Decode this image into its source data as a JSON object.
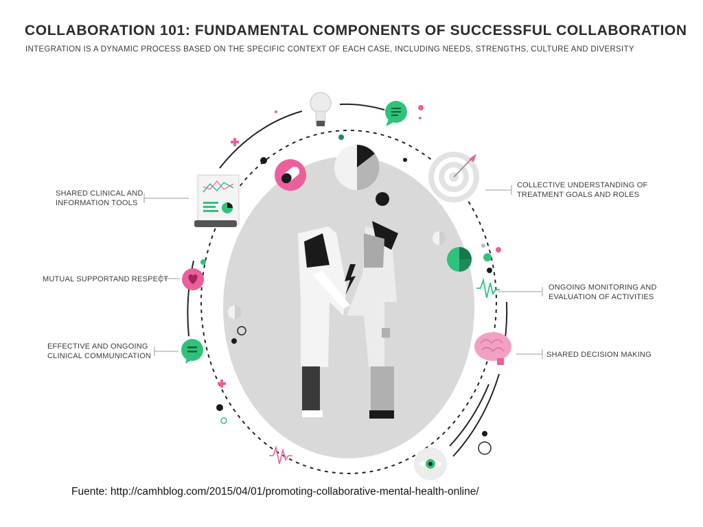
{
  "header": {
    "title": "COLLABORATION 101: FUNDAMENTAL COMPONENTS OF SUCCESSFUL COLLABORATION",
    "subtitle": "INTEGRATION IS A DYNAMIC PROCESS BASED ON THE SPECIFIC CONTEXT OF EACH CASE, INCLUDING NEEDS, STRENGTHS, CULTURE AND DIVERSITY"
  },
  "labels": {
    "shared_tools": "SHARED CLINICAL AND\nINFORMATION TOOLS",
    "mutual_support": "MUTUAL SUPPORTAND RESPECT",
    "communication": "EFFECTIVE AND ONGOING\nCLINICAL COMMUNICATION",
    "collective_understanding": "COLLECTIVE UNDERSTANDING OF\nTREATMENT GOALS AND ROLES",
    "monitoring": "ONGOING MONITORING AND\nEVALUATION OF ACTIVITIES",
    "decision_making": "SHARED DECISION MAKING"
  },
  "source": "Fuente: http://camhblog.com/2015/04/01/promoting-collaborative-mental-health-online/",
  "colors": {
    "pink": "#ec5f9c",
    "green": "#2fc27a",
    "dark": "#1a1a1a",
    "gray_circle": "#d9d9d9",
    "line": "#bfbfbf"
  },
  "icons": [
    "lightbulb-icon",
    "chat-icon",
    "pill-icon",
    "pie-chart-icon",
    "target-icon",
    "document-chart-icon",
    "heart-icon",
    "chat-lines-icon",
    "heartbeat-icon",
    "brain-icon",
    "eye-icon",
    "lightning-icon"
  ]
}
